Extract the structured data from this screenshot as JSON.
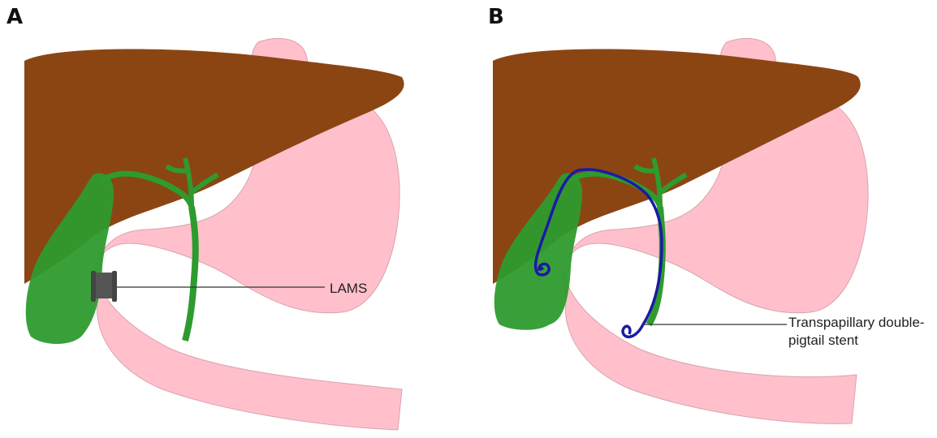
{
  "panels": [
    {
      "letter": "A",
      "callout": "LAMS"
    },
    {
      "letter": "B",
      "callout_line1": "Transpapillary double-",
      "callout_line2": "pigtail stent"
    }
  ],
  "colors": {
    "liver": "#8b4513",
    "gallbladder_bile_duct": "#2e9b2e",
    "stomach_duodenum": "#ffc0cb",
    "lams_stent": "#555555",
    "pigtail_stent": "#1a1aa6"
  }
}
